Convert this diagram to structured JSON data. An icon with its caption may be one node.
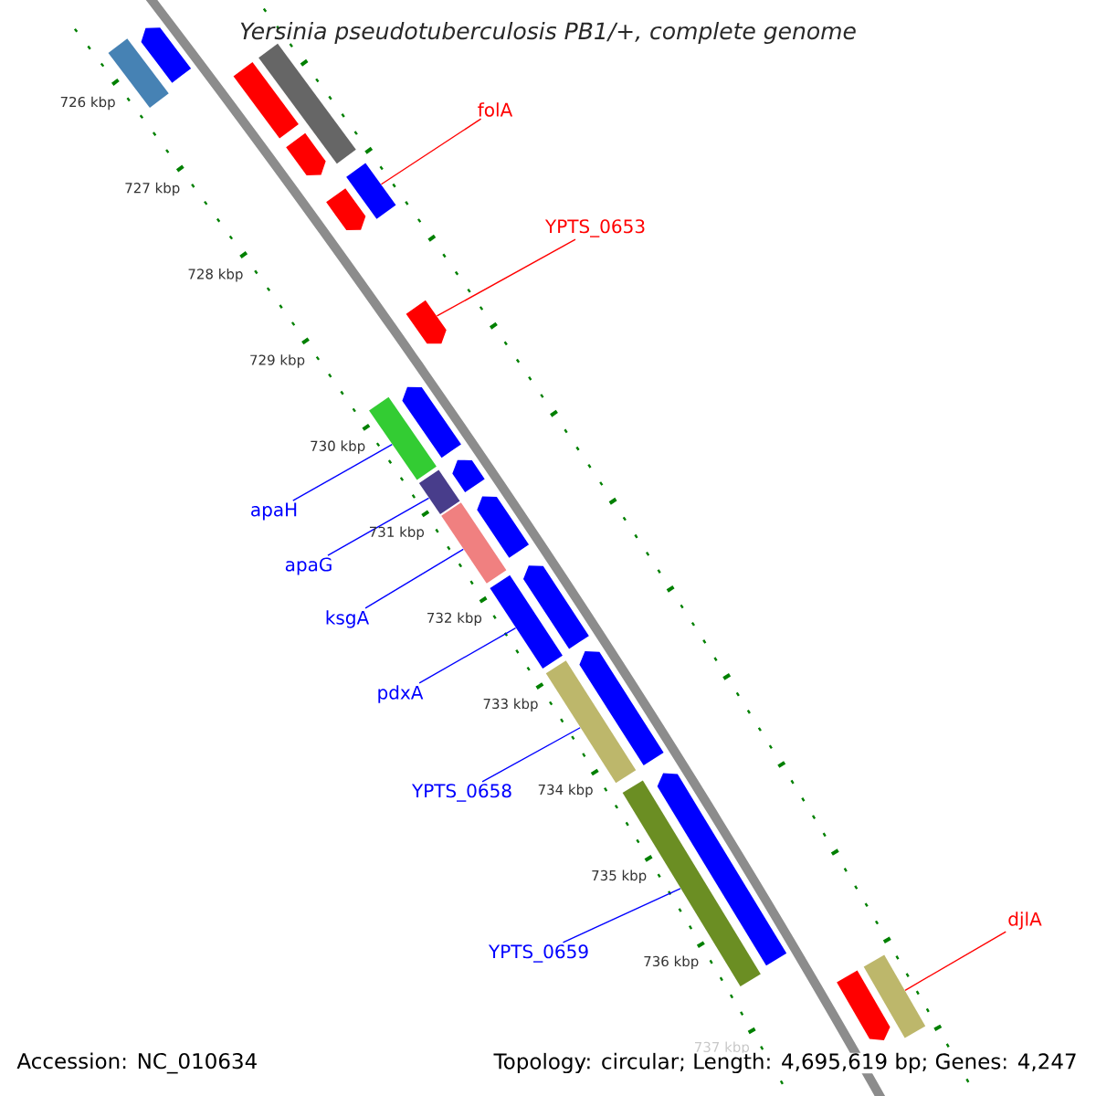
{
  "diagram": {
    "title": "Yersinia pseudotuberculosis PB1/+, complete genome",
    "nodes": [
      {
        "text": [
          "folA"
        ]
      },
      {
        "text": [
          "YPTS_0653"
        ]
      },
      {
        "text": [
          "apaH"
        ]
      },
      {
        "text": [
          "apaG"
        ]
      },
      {
        "text": [
          "ksgA"
        ]
      },
      {
        "text": [
          "pdxA"
        ]
      },
      {
        "text": [
          "YPTS_0658"
        ]
      },
      {
        "text": [
          "YPTS_0659"
        ]
      },
      {
        "text": [
          "djlA"
        ]
      },
      {
        "text": [],
        "shape": "arrow"
      },
      {
        "text": [],
        "shape": "bar"
      },
      {
        "text": [],
        "shape": "bar"
      },
      {
        "text": [],
        "shape": "bar"
      },
      {
        "text": [],
        "shape": "arrow"
      },
      {
        "text": [],
        "shape": "bar"
      },
      {
        "text": [],
        "shape": "arrow"
      },
      {
        "text": [],
        "shape": "arrow"
      },
      {
        "text": [],
        "shape": "bar"
      },
      {
        "text": [],
        "shape": "arrow"
      },
      {
        "text": [],
        "shape": "bar"
      },
      {
        "text": [],
        "shape": "arrow"
      },
      {
        "text": [],
        "shape": "bar"
      },
      {
        "text": [],
        "shape": "arrow"
      },
      {
        "text": [],
        "shape": "bar"
      },
      {
        "text": [],
        "shape": "arrow"
      },
      {
        "text": [],
        "shape": "bar"
      },
      {
        "text": [],
        "shape": "arrow"
      },
      {
        "text": [],
        "shape": "bar"
      },
      {
        "text": [],
        "shape": "arrow"
      },
      {
        "text": [],
        "shape": "arrow"
      },
      {
        "text": [],
        "shape": "bar"
      }
    ],
    "edges": [
      {
        "from": 0,
        "to": 14,
        "arrow": "none",
        "color": "#ff0000"
      },
      {
        "from": 1,
        "to": 16,
        "arrow": "none",
        "color": "#ff0000"
      },
      {
        "from": 2,
        "to": 17,
        "arrow": "none"
      },
      {
        "from": 3,
        "to": 19,
        "arrow": "none"
      },
      {
        "from": 4,
        "to": 21,
        "arrow": "none"
      },
      {
        "from": 5,
        "to": 23,
        "arrow": "none"
      },
      {
        "from": 6,
        "to": 25,
        "arrow": "none"
      },
      {
        "from": 7,
        "to": 27,
        "arrow": "none"
      },
      {
        "from": 8,
        "to": 30,
        "arrow": "none",
        "color": "#ff0000"
      }
    ],
    "labels": [
      "726 kbp",
      "727 kbp",
      "728 kbp",
      "729 kbp",
      "730 kbp",
      "731 kbp",
      "732 kbp",
      "733 kbp",
      "734 kbp",
      "735 kbp",
      "736 kbp",
      "737 kbp",
      "Accession: NC_010634",
      "Topology: circular; Length: 4,695,619 bp; Genes: 4,247"
    ]
  }
}
